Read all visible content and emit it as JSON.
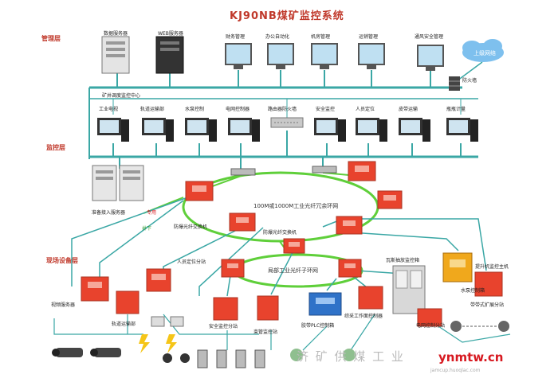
{
  "title": "KJ90NB煤矿监控系统",
  "layers": {
    "management": "管理层",
    "monitoring": "监控层",
    "field": "现场设备层"
  },
  "management_servers": [
    "数据服务器",
    "WEB服务器"
  ],
  "management_clients": [
    "财务管理",
    "办公自动化",
    "机房管理",
    "运销管理",
    "通风安全管理"
  ],
  "internet": "上级网络",
  "firewall": "防火墙",
  "dispatch_center": "矿井调度监控中心",
  "monitor_clients": [
    "工业电视",
    "轨道运输部",
    "水泵控制",
    "电网控制器",
    "路由器防火墙",
    "安全监控",
    "人员定位",
    "皮带运输",
    "瓶瓶计量"
  ],
  "backup_server": "准备接入服务器",
  "ring_main": "100M或1000M工业光纤冗余环网",
  "ring_sub": "局部工业光纤子环网",
  "switch_main": "防爆光纤交换机",
  "switch_mine": "防爆光纤交换机",
  "labels_misc": [
    "专用",
    "井下"
  ],
  "field_devices": [
    "视频服务器",
    "轨道运输部",
    "人员定位分站",
    "安全监控分站",
    "束管监控站",
    "胶带PLC控制箱",
    "综采工作面控制器",
    "瓦斯抽放监控箱",
    "电网控制分站",
    "水泵控制箱",
    "带带式扩展分站",
    "提升机监控主机"
  ],
  "watermark": "济 矿 供 煤 工 业",
  "brand": "ynmtw.cn",
  "brand_sub": "jamcup.huoqlac.com"
}
